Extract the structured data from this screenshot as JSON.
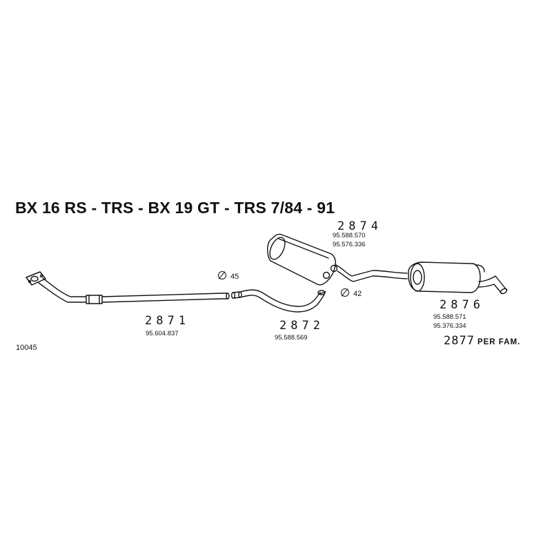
{
  "title": "BX 16 RS - TRS - BX 19 GT - TRS  7/84 - 91",
  "diagram_code": "10045",
  "parts": [
    {
      "number": "2871",
      "refs": [
        "95.604.837"
      ]
    },
    {
      "number": "2872",
      "refs": [
        "95.588.569"
      ]
    },
    {
      "number": "2874",
      "refs": [
        "95.588.570",
        "95.576.336"
      ]
    },
    {
      "number": "2876",
      "refs": [
        "95.588.571",
        "95.376.334"
      ]
    }
  ],
  "diameters": {
    "d45": "45",
    "d42": "42"
  },
  "family_note": {
    "number": "2877",
    "text": "PER FAM."
  },
  "icons": {
    "diameter": "diameter-symbol-icon"
  }
}
